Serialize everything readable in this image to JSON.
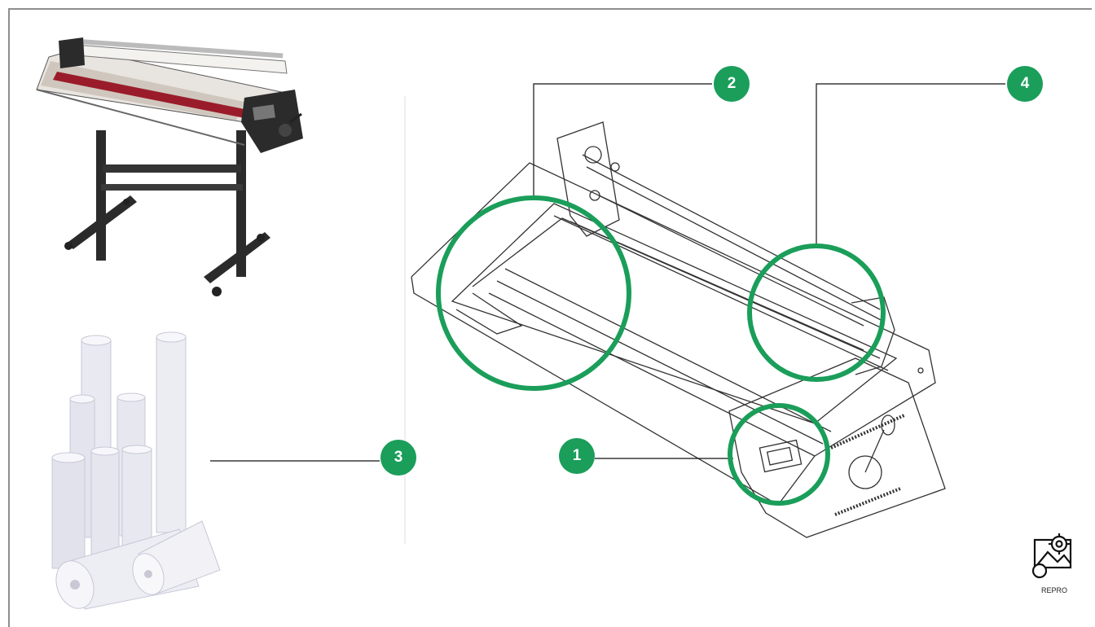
{
  "colors": {
    "accent": "#1a9e5a",
    "line": "#111111",
    "frame": "#8e8e8e",
    "laminator_red": "#9a1c2a",
    "laminator_dark": "#2b2b2b"
  },
  "callouts": [
    {
      "id": "1",
      "label": "1"
    },
    {
      "id": "2",
      "label": "2"
    },
    {
      "id": "3",
      "label": "3"
    },
    {
      "id": "4",
      "label": "4"
    }
  ],
  "logo": {
    "icon": "repro-gear-image-icon",
    "label": "REPRO"
  }
}
